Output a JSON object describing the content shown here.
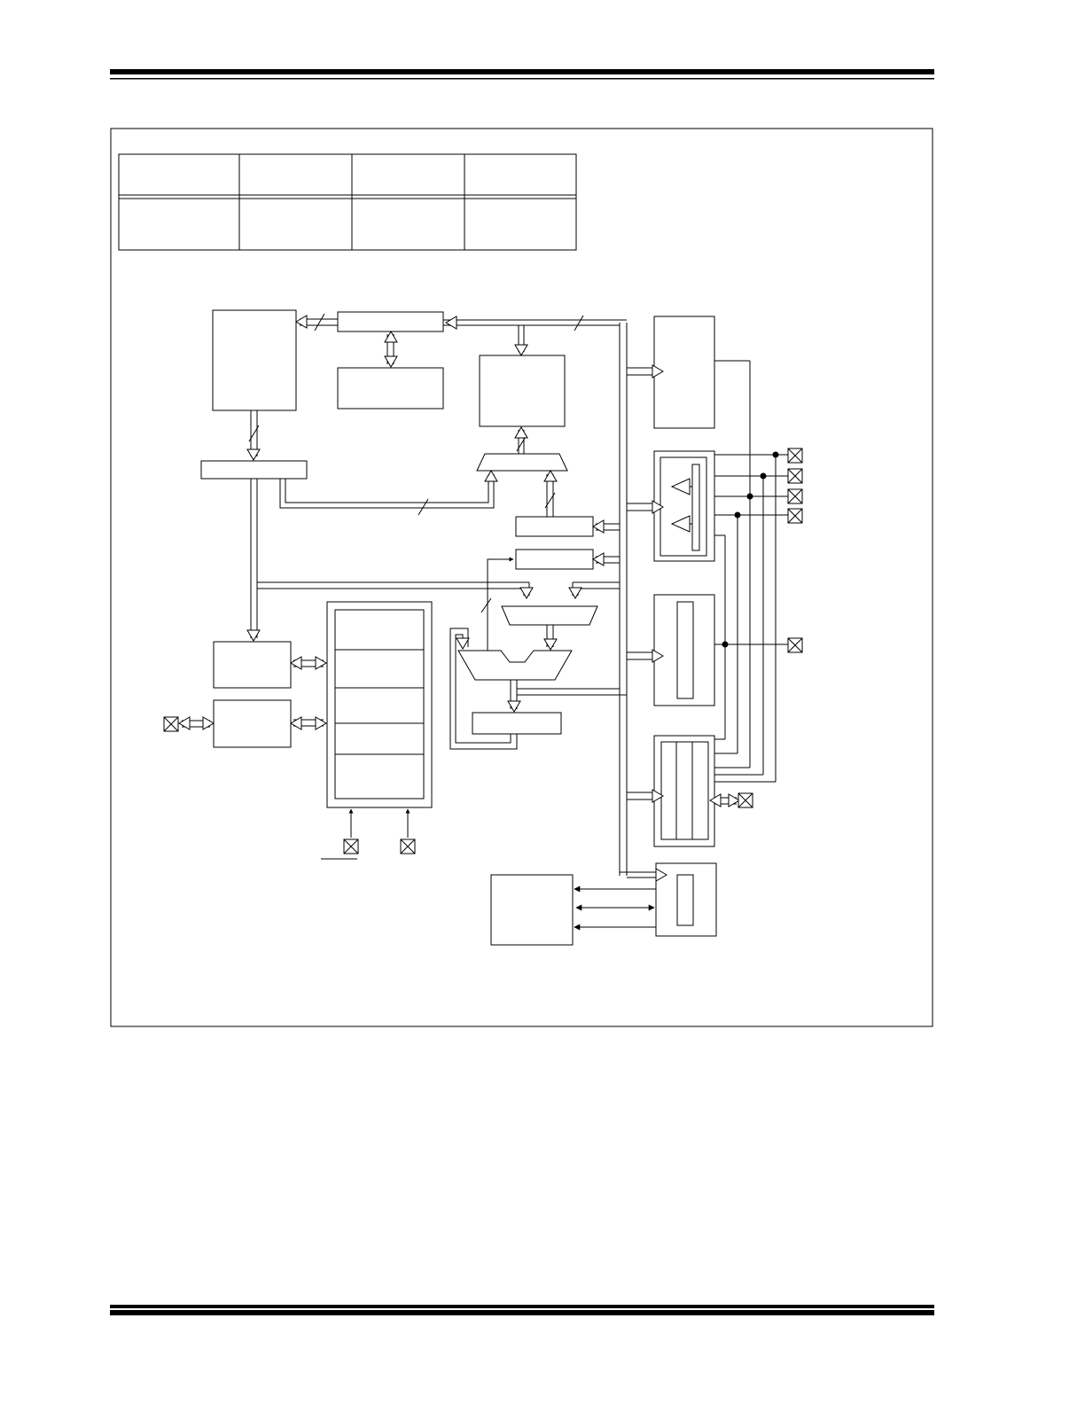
{
  "colors": {
    "ink": "#000000",
    "paper": "#ffffff"
  },
  "header": {
    "rule_style": "thick-over-thin"
  },
  "footer": {
    "rule_style": "thick-over-thin"
  },
  "figure": {
    "summary_table": {
      "columns": 4,
      "rows": 2
    },
    "block_diagram": {
      "pin_symbol": "crossed-box-icon",
      "connection_dot": "junction-dot"
    }
  }
}
